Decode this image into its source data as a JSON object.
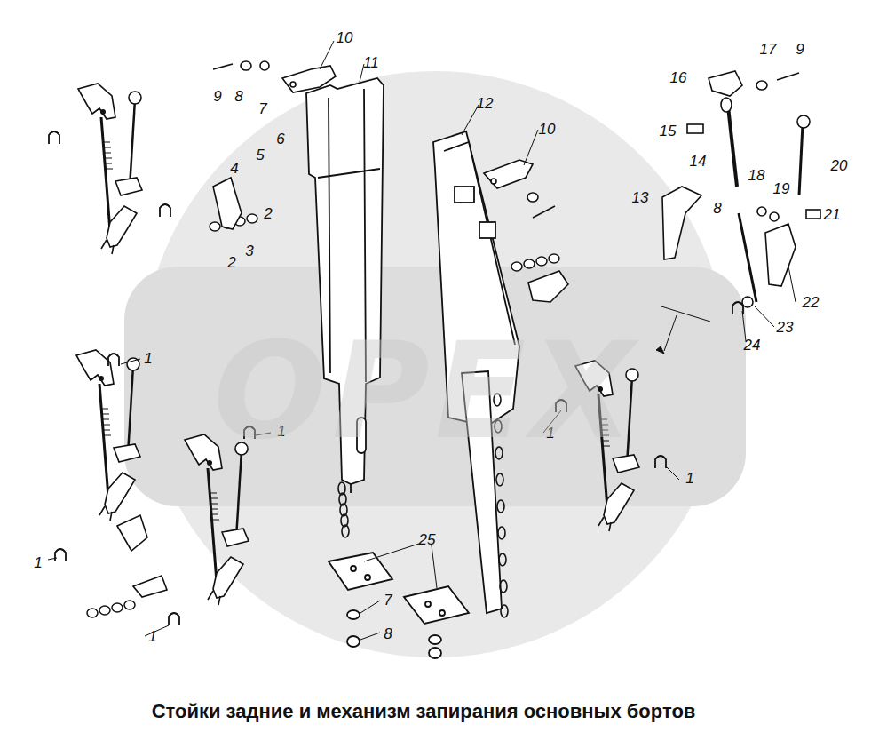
{
  "diagram": {
    "caption": "Стойки задние и механизм запирания основных бортов",
    "labels": [
      "9",
      "8",
      "7",
      "10",
      "11",
      "6",
      "5",
      "4",
      "2",
      "3",
      "2",
      "12",
      "10",
      "16",
      "17",
      "9",
      "15",
      "14",
      "18",
      "19",
      "20",
      "8",
      "13",
      "21",
      "22",
      "23",
      "24",
      "1",
      "1",
      "1",
      "1",
      "1",
      "1",
      "25",
      "7",
      "8",
      "OPEX"
    ]
  }
}
